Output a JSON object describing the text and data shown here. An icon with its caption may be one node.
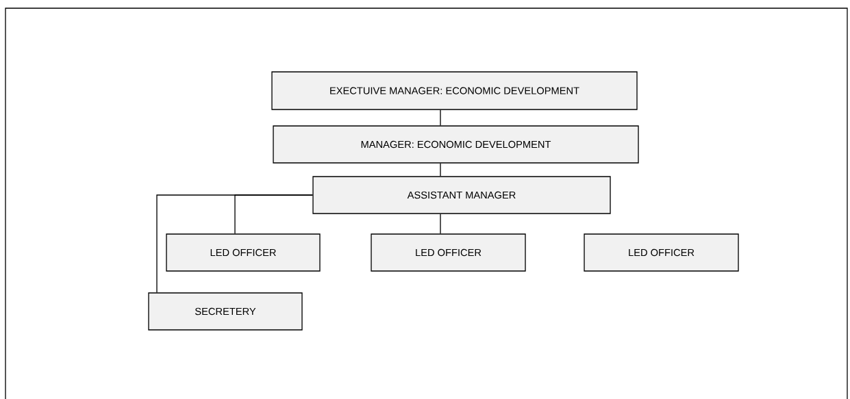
{
  "diagram": {
    "nodes": [
      {
        "text": [
          "EXECTUIVE MANAGER: ECONOMIC DEVELOPMENT"
        ]
      },
      {
        "text": [
          "MANAGER: ECONOMIC DEVELOPMENT"
        ]
      },
      {
        "text": [
          "ASSISTANT MANAGER"
        ]
      },
      {
        "text": [
          "LED OFFICER"
        ]
      },
      {
        "text": [
          "LED OFFICER"
        ]
      },
      {
        "text": [
          "LED OFFICER"
        ]
      },
      {
        "text": [
          "SECRETERY"
        ]
      }
    ],
    "edges": [
      {
        "from": 0,
        "to": 1,
        "arrow": "none"
      },
      {
        "from": 1,
        "to": 2,
        "arrow": "none"
      },
      {
        "from": 2,
        "to": 3,
        "arrow": "none"
      },
      {
        "from": 2,
        "to": 4,
        "arrow": "none"
      },
      {
        "from": 2,
        "to": 6,
        "arrow": "none"
      }
    ]
  }
}
